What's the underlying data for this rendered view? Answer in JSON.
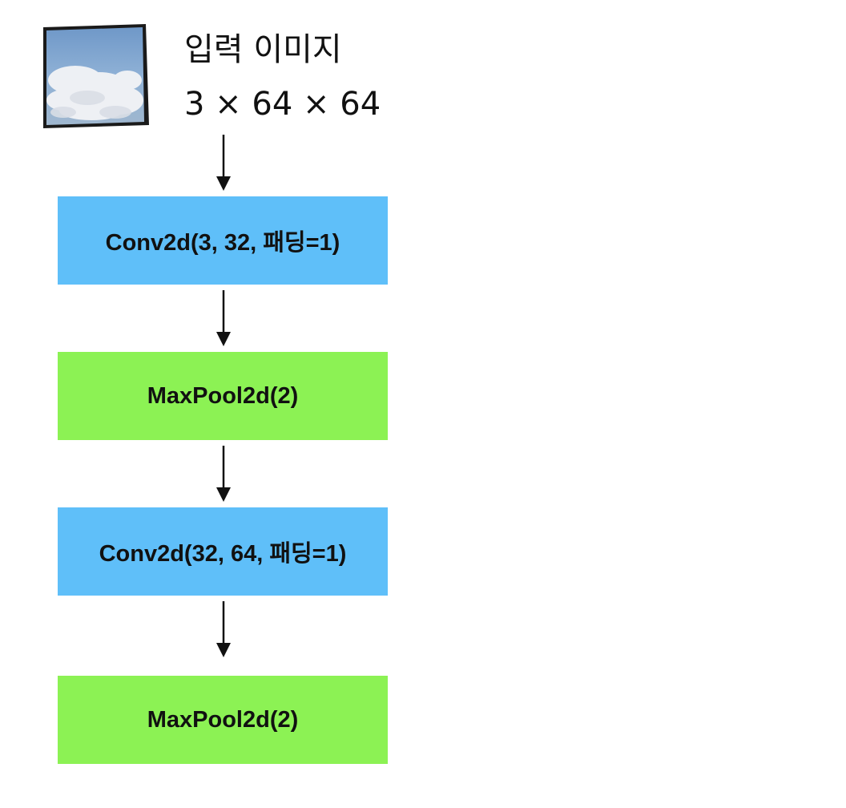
{
  "input": {
    "title": "입력 이미지",
    "shape": "3 × 64 × 64",
    "thumbnail_icon": "sky-clouds-image"
  },
  "layers": [
    {
      "label": "Conv2d(3, 32, 패딩=1)",
      "kind": "conv",
      "color": "#5fbff9"
    },
    {
      "label": "MaxPool2d(2)",
      "kind": "pool",
      "color": "#8cf254"
    },
    {
      "label": "Conv2d(32, 64, 패딩=1)",
      "kind": "conv",
      "color": "#5fbff9"
    },
    {
      "label": "MaxPool2d(2)",
      "kind": "pool",
      "color": "#8cf254"
    }
  ],
  "colors": {
    "conv": "#5fbff9",
    "pool": "#8cf254",
    "arrow": "#111111",
    "text": "#111111"
  }
}
